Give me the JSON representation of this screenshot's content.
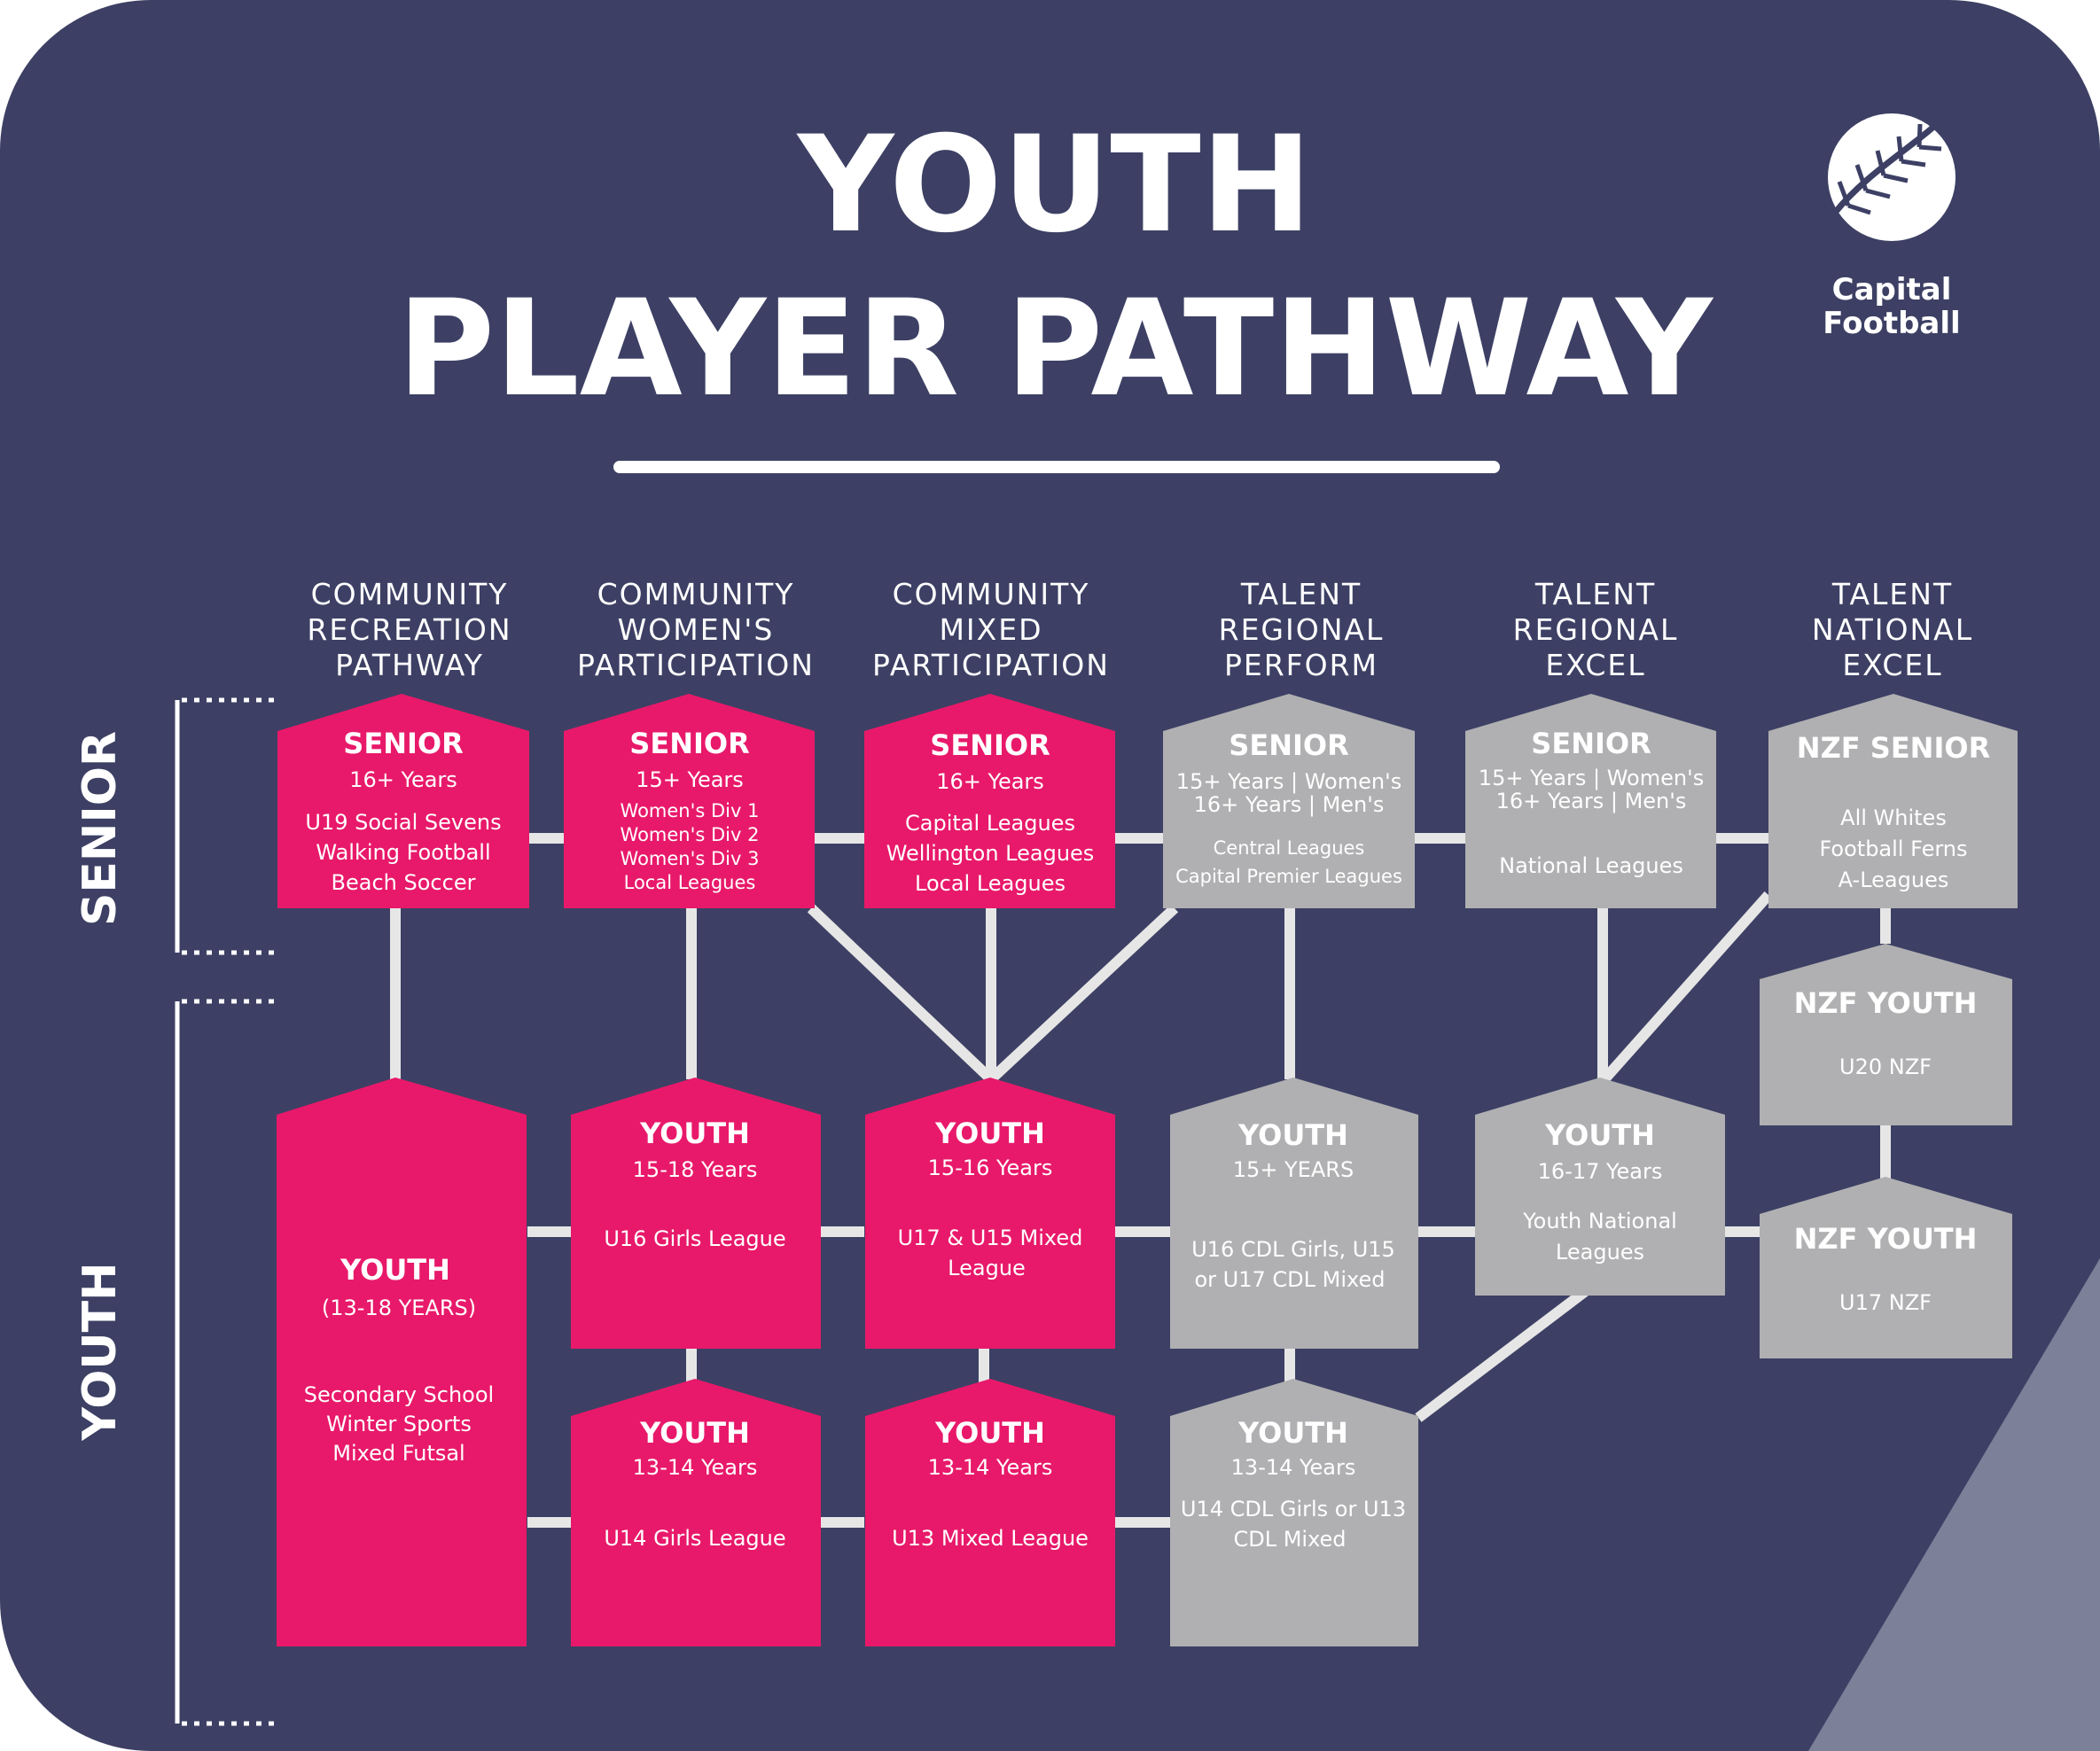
{
  "title": {
    "line1": "YOUTH",
    "line2": "PLAYER PATHWAY"
  },
  "logo": {
    "icon": "fern-ball-icon",
    "line1": "Capital",
    "line2": "Football"
  },
  "columns": [
    {
      "lines": [
        "COMMUNITY",
        "RECREATION",
        "PATHWAY"
      ]
    },
    {
      "lines": [
        "COMMUNITY",
        "WOMEN'S",
        "PARTICIPATION"
      ]
    },
    {
      "lines": [
        "COMMUNITY",
        "MIXED",
        "PARTICIPATION"
      ]
    },
    {
      "lines": [
        "TALENT",
        "REGIONAL",
        "PERFORM"
      ]
    },
    {
      "lines": [
        "TALENT",
        "REGIONAL",
        "EXCEL"
      ]
    },
    {
      "lines": [
        "TALENT",
        "NATIONAL",
        "EXCEL"
      ]
    }
  ],
  "side_labels": {
    "senior": "SENIOR",
    "youth": "YOUTH"
  },
  "colors": {
    "background": "#3d4064",
    "community": "#e8196a",
    "talent": "#b0b0b2",
    "connector": "#e6e6e6"
  },
  "boxes": {
    "rec_senior": {
      "title": "SENIOR",
      "sub": "16+ Years",
      "lines": [
        "U19 Social Sevens",
        "Walking Football",
        "Beach Soccer"
      ]
    },
    "wom_senior": {
      "title": "SENIOR",
      "sub": "15+ Years",
      "lines": [
        "Women's Div 1",
        "Women's Div 2",
        "Women's Div 3",
        "Local Leagues"
      ]
    },
    "mix_senior": {
      "title": "SENIOR",
      "sub": "16+ Years",
      "lines": [
        "Capital Leagues",
        "Wellington Leagues",
        "Local Leagues"
      ]
    },
    "perf_senior": {
      "title": "SENIOR",
      "sub": [
        "15+ Years | Women's",
        "16+ Years | Men's"
      ],
      "lines": [
        "Central Leagues",
        "Capital Premier Leagues"
      ]
    },
    "excel_senior": {
      "title": "SENIOR",
      "sub": [
        "15+ Years | Women's",
        "16+ Years | Men's"
      ],
      "lines": [
        "National Leagues"
      ]
    },
    "nat_senior": {
      "title": "NZF SENIOR",
      "lines": [
        "All Whites",
        "Football Ferns",
        "A-Leagues"
      ]
    },
    "nat_youth_u20": {
      "title": "NZF YOUTH",
      "lines": [
        "U20 NZF"
      ]
    },
    "nat_youth_u17": {
      "title": "NZF YOUTH",
      "lines": [
        "U17 NZF"
      ]
    },
    "rec_youth": {
      "title": "YOUTH",
      "sub": "(13-18 YEARS)",
      "lines": [
        "Secondary School",
        "Winter Sports",
        "Mixed Futsal"
      ]
    },
    "wom_youth_a": {
      "title": "YOUTH",
      "sub": "15-18 Years",
      "lines": [
        "U16 Girls League"
      ]
    },
    "mix_youth_a": {
      "title": "YOUTH",
      "sub": "15-16 Years",
      "lines": [
        "U17 & U15 Mixed",
        "League"
      ]
    },
    "perf_youth_a": {
      "title": "YOUTH",
      "sub": "15+ YEARS",
      "lines": [
        "U16 CDL Girls, U15",
        "or U17 CDL Mixed"
      ]
    },
    "excel_youth": {
      "title": "YOUTH",
      "sub": "16-17 Years",
      "lines": [
        "Youth National",
        "Leagues"
      ]
    },
    "wom_youth_b": {
      "title": "YOUTH",
      "sub": "13-14 Years",
      "lines": [
        "U14 Girls League"
      ]
    },
    "mix_youth_b": {
      "title": "YOUTH",
      "sub": "13-14 Years",
      "lines": [
        "U13 Mixed League"
      ]
    },
    "perf_youth_b": {
      "title": "YOUTH",
      "sub": "13-14 Years",
      "lines": [
        "U14 CDL Girls or U13",
        "CDL Mixed"
      ]
    }
  }
}
